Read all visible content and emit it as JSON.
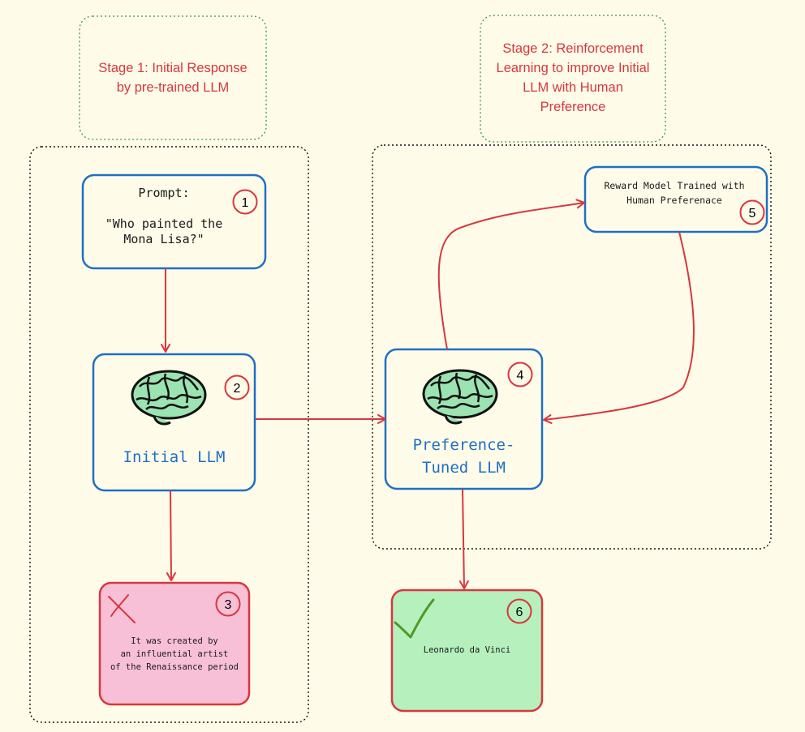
{
  "stages": {
    "stage1": "Stage 1: Initial Response\nby pre-trained LLM",
    "stage2": "Stage 2: Reinforcement\nLearning to improve Initial\nLLM with Human\nPreference"
  },
  "nodes": {
    "prompt": {
      "badge": "1",
      "text": "Prompt:\n\n\"Who painted the\nMona Lisa?\""
    },
    "initial_llm": {
      "badge": "2",
      "title": "Initial LLM",
      "icon": "brain-icon"
    },
    "bad_answer": {
      "badge": "3",
      "text": "It was created by\nan influential artist\nof the Renaissance period",
      "icon": "cross-icon"
    },
    "preference_llm": {
      "badge": "4",
      "title": "Preference-\nTuned LLM",
      "icon": "brain-icon"
    },
    "reward_model": {
      "badge": "5",
      "text": "Reward Model Trained with\nHuman Preferenace"
    },
    "good_answer": {
      "badge": "6",
      "text": "Leonardo da Vinci",
      "icon": "checkmark-icon"
    }
  },
  "colors": {
    "background": "#fefce9",
    "node_border": "#1f6fc4",
    "arrow": "#d9363e",
    "bad_fill": "#f7c0d6",
    "good_fill": "#b5f0bd",
    "brain_fill": "#9be3b0",
    "stage_border": "#3f9150"
  }
}
